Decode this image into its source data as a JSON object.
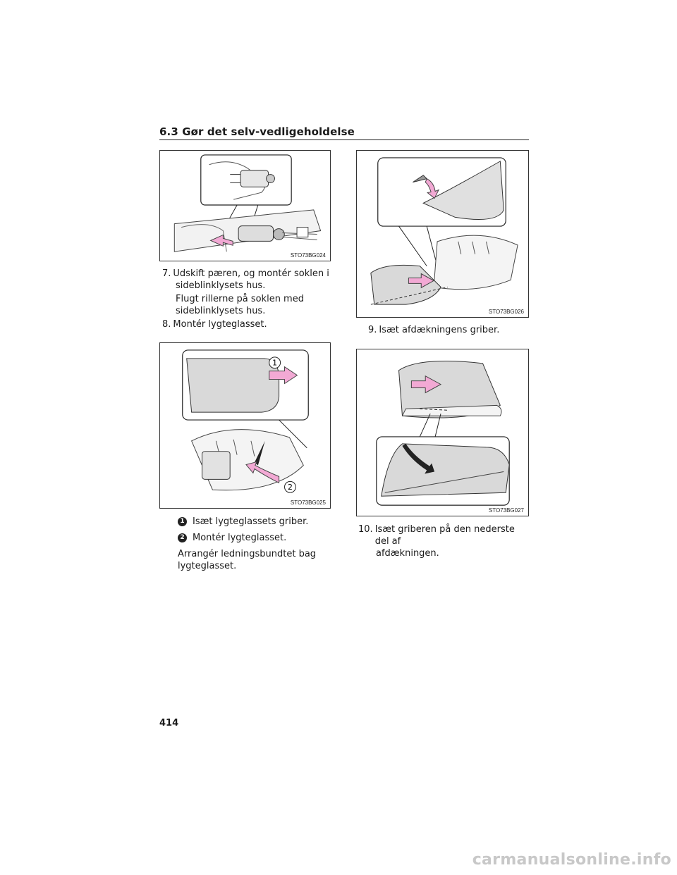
{
  "header": {
    "title": "6.3  Gør det selv-vedligeholdelse"
  },
  "figures": [
    {
      "code": "STO73BG024"
    },
    {
      "code": "STO73BG025"
    },
    {
      "code": "STO73BG026"
    },
    {
      "code": "STO73BG027"
    }
  ],
  "left_column": {
    "step7": {
      "num": "7.",
      "text": "Udskift pæren, og montér soklen i",
      "text_cont": "sideblinklysets hus.",
      "sub": "Flugt rillerne på soklen med sideblinklysets hus."
    },
    "step8": {
      "num": "8.",
      "text": "Montér lygteglasset."
    },
    "callout1": {
      "marker": "1",
      "text": "Isæt lygteglassets griber."
    },
    "callout2": {
      "marker": "2",
      "text": "Montér lygteglasset."
    },
    "note": "Arrangér ledningsbundtet bag lygteglasset."
  },
  "right_column": {
    "step9": {
      "num": "9.",
      "text": "Isæt afdækningens griber."
    },
    "step10": {
      "num": "10.",
      "text": "Isæt griberen på den nederste del af",
      "text_cont": "afdækningen."
    }
  },
  "page_number": "414",
  "watermark": "carmanualsonline.info",
  "colors": {
    "arrow_fill": "#f2a9d4",
    "arrow_stroke": "#444444",
    "lamp_gray": "#d9d9d9"
  }
}
